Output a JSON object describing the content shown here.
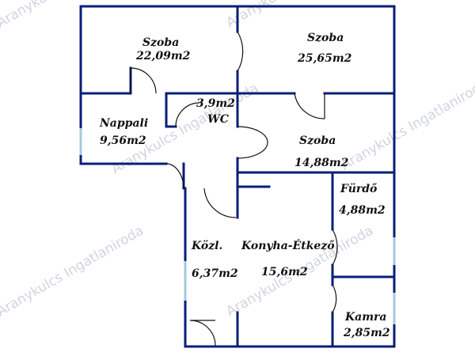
{
  "watermark": "Aranykulcs Ingatlaniroda",
  "colors": {
    "wall": "#0a1e78",
    "window": "#a6c8e0",
    "door": "#111111",
    "watermark": "#a9b2c8"
  },
  "rooms": [
    {
      "name": "Szoba",
      "area": "22,09m2"
    },
    {
      "name": "Szoba",
      "area": "25,65m2"
    },
    {
      "name": "WC",
      "area": "3,9m2"
    },
    {
      "name": "Nappali",
      "area": "9,56m2"
    },
    {
      "name": "Szoba",
      "area": "14,88m2"
    },
    {
      "name": "Fürdő",
      "area": "4,88m2"
    },
    {
      "name": "Közl.",
      "area": "6,37m2"
    },
    {
      "name": "Konyha-Étkező",
      "area": "15,6m2"
    },
    {
      "name": "Kamra",
      "area": "2,85m2"
    }
  ]
}
